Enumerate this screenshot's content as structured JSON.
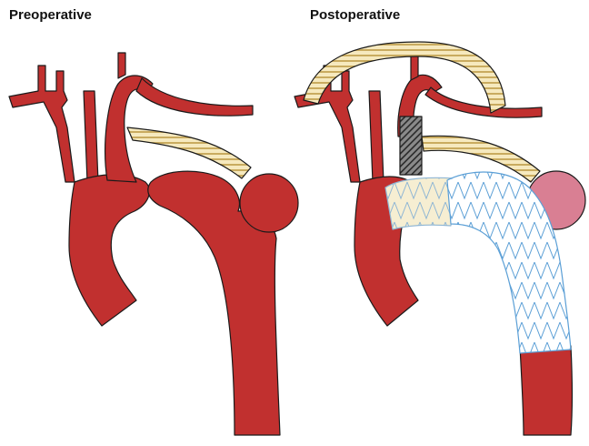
{
  "panels": {
    "preoperative": {
      "title": "Preoperative"
    },
    "postoperative": {
      "title": "Postoperative"
    }
  },
  "colors": {
    "vessel": "#c1302f",
    "vessel_outline": "#1a1a1a",
    "graft_fill": "#f6e9be",
    "graft_stripe": "#d9bd73",
    "stent_fill": "#ffffff",
    "stent_wire": "#5b9fd6",
    "aneurysm_post": "#d97f93",
    "plug": "#555555"
  },
  "icons": {
    "bypass_graft": "striped-tube",
    "stent_graft": "zigzag-mesh",
    "occluder": "cross-hatch-plug"
  }
}
